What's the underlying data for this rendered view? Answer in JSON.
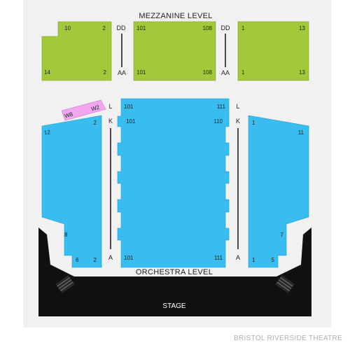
{
  "venue": {
    "name": "BRISTOL RIVERSIDE THEATRE"
  },
  "levels": {
    "mezzanine": "MEZZANINE LEVEL",
    "orchestra": "ORCHESTRA LEVEL",
    "stage": "STAGE"
  },
  "colors": {
    "background_panel": "#f1f1f1",
    "mezzanine": "#a3c93a",
    "orchestra": "#39bdf0",
    "box": "#f2a6f0",
    "stage": "#111111",
    "divider": "#222222"
  },
  "mezzanine": {
    "left": {
      "seats": {
        "tl": "10",
        "tr": "2",
        "bl": "14",
        "br": "2"
      }
    },
    "center": {
      "seats": {
        "tl": "101",
        "tr": "108",
        "bl": "101",
        "br": "108"
      }
    },
    "right": {
      "seats": {
        "tl": "1",
        "tr": "13",
        "bl": "1",
        "br": "13"
      }
    },
    "rows": {
      "top_left": "DD",
      "bottom_left": "AA",
      "top_right": "DD",
      "bottom_right": "AA"
    }
  },
  "orchestra": {
    "left": {
      "seats": {
        "top_outer": "12",
        "top_inner": "2",
        "mid_outer": "8",
        "bottom_outer": "6",
        "bottom_inner": "2"
      }
    },
    "center": {
      "seats": {
        "row_l_left": "101",
        "row_l_right": "111",
        "row_k_left": "101",
        "row_k_right": "110",
        "row_a_left": "101",
        "row_a_right": "111"
      }
    },
    "right": {
      "seats": {
        "top_inner": "1",
        "top_outer": "11",
        "mid_outer": "7",
        "bottom_inner": "1",
        "bottom_outer": "5"
      }
    },
    "rows": {
      "left_l": "L",
      "left_k": "K",
      "left_a": "A",
      "right_l": "L",
      "right_k": "K",
      "right_a": "A"
    }
  },
  "box": {
    "left_label": "W8",
    "right_label": "W2"
  }
}
